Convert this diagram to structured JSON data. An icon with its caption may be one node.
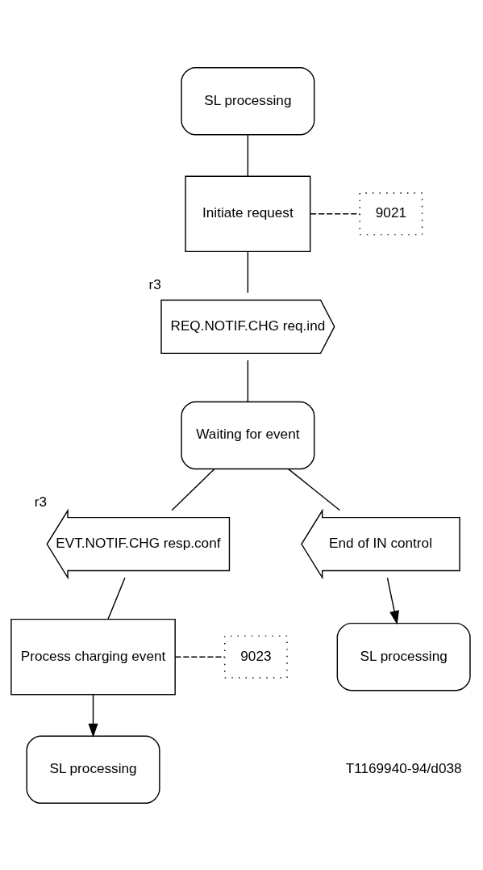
{
  "diagram": {
    "nodes": [
      {
        "text": [
          "SL processing"
        ]
      },
      {
        "text": [
          "Initiate request"
        ]
      },
      {
        "text": [
          "9021"
        ]
      },
      {
        "text": [
          "REQ.NOTIF.CHG req.ind"
        ],
        "beside": [
          "r3"
        ]
      },
      {
        "text": [
          "Waiting for event"
        ]
      },
      {
        "text": [
          "EVT.NOTIF.CHG resp.conf"
        ],
        "beside": [
          "r3"
        ]
      },
      {
        "text": [
          "End of IN control"
        ]
      },
      {
        "text": [
          "Process charging event"
        ]
      },
      {
        "text": [
          "9023"
        ]
      },
      {
        "text": [
          "SL processing"
        ]
      },
      {
        "text": [
          "SL processing"
        ]
      }
    ],
    "edges": [
      {
        "from": 0,
        "to": 1,
        "arrow": "none"
      },
      {
        "from": 1,
        "to": 2,
        "arrow": "none",
        "style": "dashed"
      },
      {
        "from": 1,
        "to": 3,
        "arrow": "none"
      },
      {
        "from": 3,
        "to": 4,
        "arrow": "none"
      },
      {
        "from": 4,
        "to": 5,
        "arrow": "none"
      },
      {
        "from": 4,
        "to": 6,
        "arrow": "none"
      },
      {
        "from": 5,
        "to": 7,
        "arrow": "none"
      },
      {
        "from": 7,
        "to": 8,
        "arrow": "none",
        "style": "dashed"
      },
      {
        "from": 7,
        "to": 9,
        "arrow": "to"
      },
      {
        "from": 6,
        "to": 10,
        "arrow": "to"
      }
    ],
    "labels": [
      "T1169940-94/d038"
    ]
  }
}
